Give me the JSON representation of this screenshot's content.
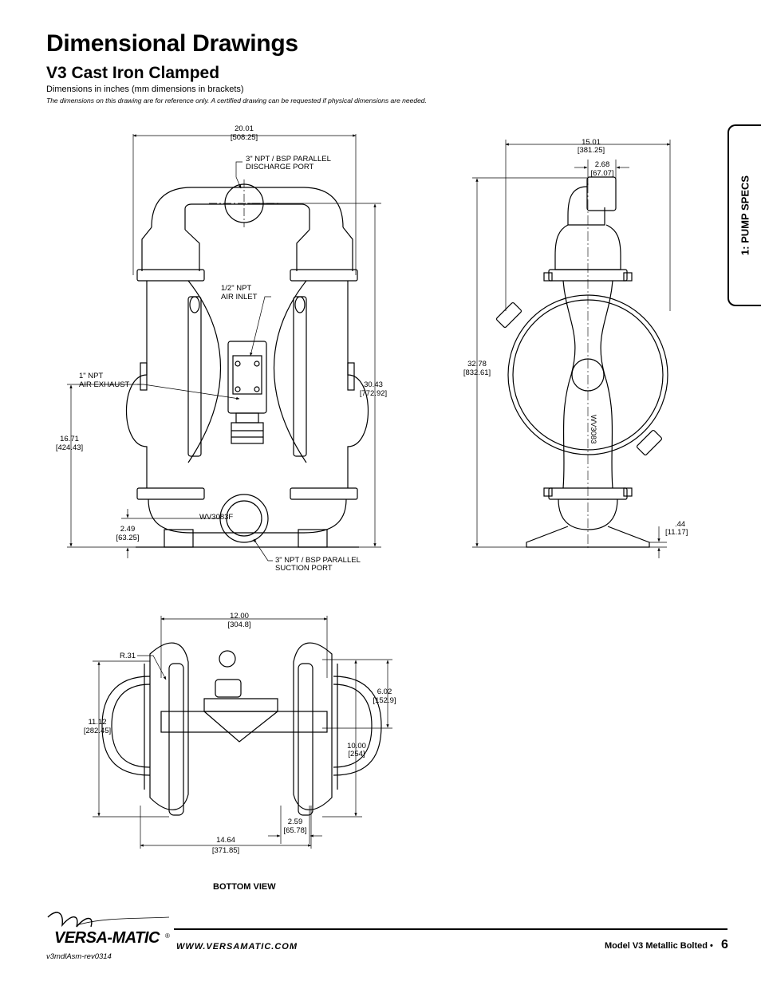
{
  "header": {
    "title": "Dimensional Drawings",
    "subtitle": "V3 Cast Iron Clamped",
    "units_note": "Dimensions in inches (mm dimensions in brackets)",
    "disclaimer": "The dimensions on this drawing are for reference only.  A certified drawing can be requested if physical dimensions are needed."
  },
  "side_tab": {
    "label": "1: PUMP SPECS"
  },
  "front_view": {
    "overall_width": [
      "20.01",
      "[508.25]"
    ],
    "discharge_label": [
      "3\" NPT / BSP PARALLEL",
      "DISCHARGE PORT"
    ],
    "air_inlet_label": [
      "1/2\" NPT",
      "AIR INLET"
    ],
    "air_exhaust_label": [
      "1\" NPT",
      "AIR EXHAUST"
    ],
    "overall_height": [
      "30.43",
      "[772.92]"
    ],
    "exhaust_height": [
      "16.71",
      "[424.43]"
    ],
    "suction_height": [
      "2.49",
      "[63.25]"
    ],
    "suction_label": [
      "3\" NPT / BSP PARALLEL",
      "SUCTION PORT"
    ],
    "casting_mark": "WV3083F"
  },
  "side_view": {
    "overall_width": [
      "15.01",
      "[381.25]"
    ],
    "discharge_offset": [
      "2.68",
      "[67.07]"
    ],
    "overall_height": [
      "32.78",
      "[832.61]"
    ],
    "base_height": [
      ".44",
      "[11.17]"
    ],
    "casting_mark": "WV3083"
  },
  "bottom_view": {
    "overall_width": [
      "12.00",
      "[304.8]"
    ],
    "radius": "R.31",
    "half_depth": [
      "6.02",
      "[152.9]"
    ],
    "depth": [
      "11.12",
      "[282.45]"
    ],
    "center_depth": [
      "10.00",
      "[254]"
    ],
    "mount_spacing": [
      "2.59",
      "[65.78]"
    ],
    "base_width": [
      "14.64",
      "[371.85]"
    ],
    "label": "BOTTOM VIEW"
  },
  "footer": {
    "logo": "VERSA-MATIC",
    "website": "WWW.VERSAMATIC.COM",
    "model_line": "Model V3 Metallic Bolted •",
    "page_number": "6",
    "doc_ref": "v3mdlAsm-rev0314"
  }
}
